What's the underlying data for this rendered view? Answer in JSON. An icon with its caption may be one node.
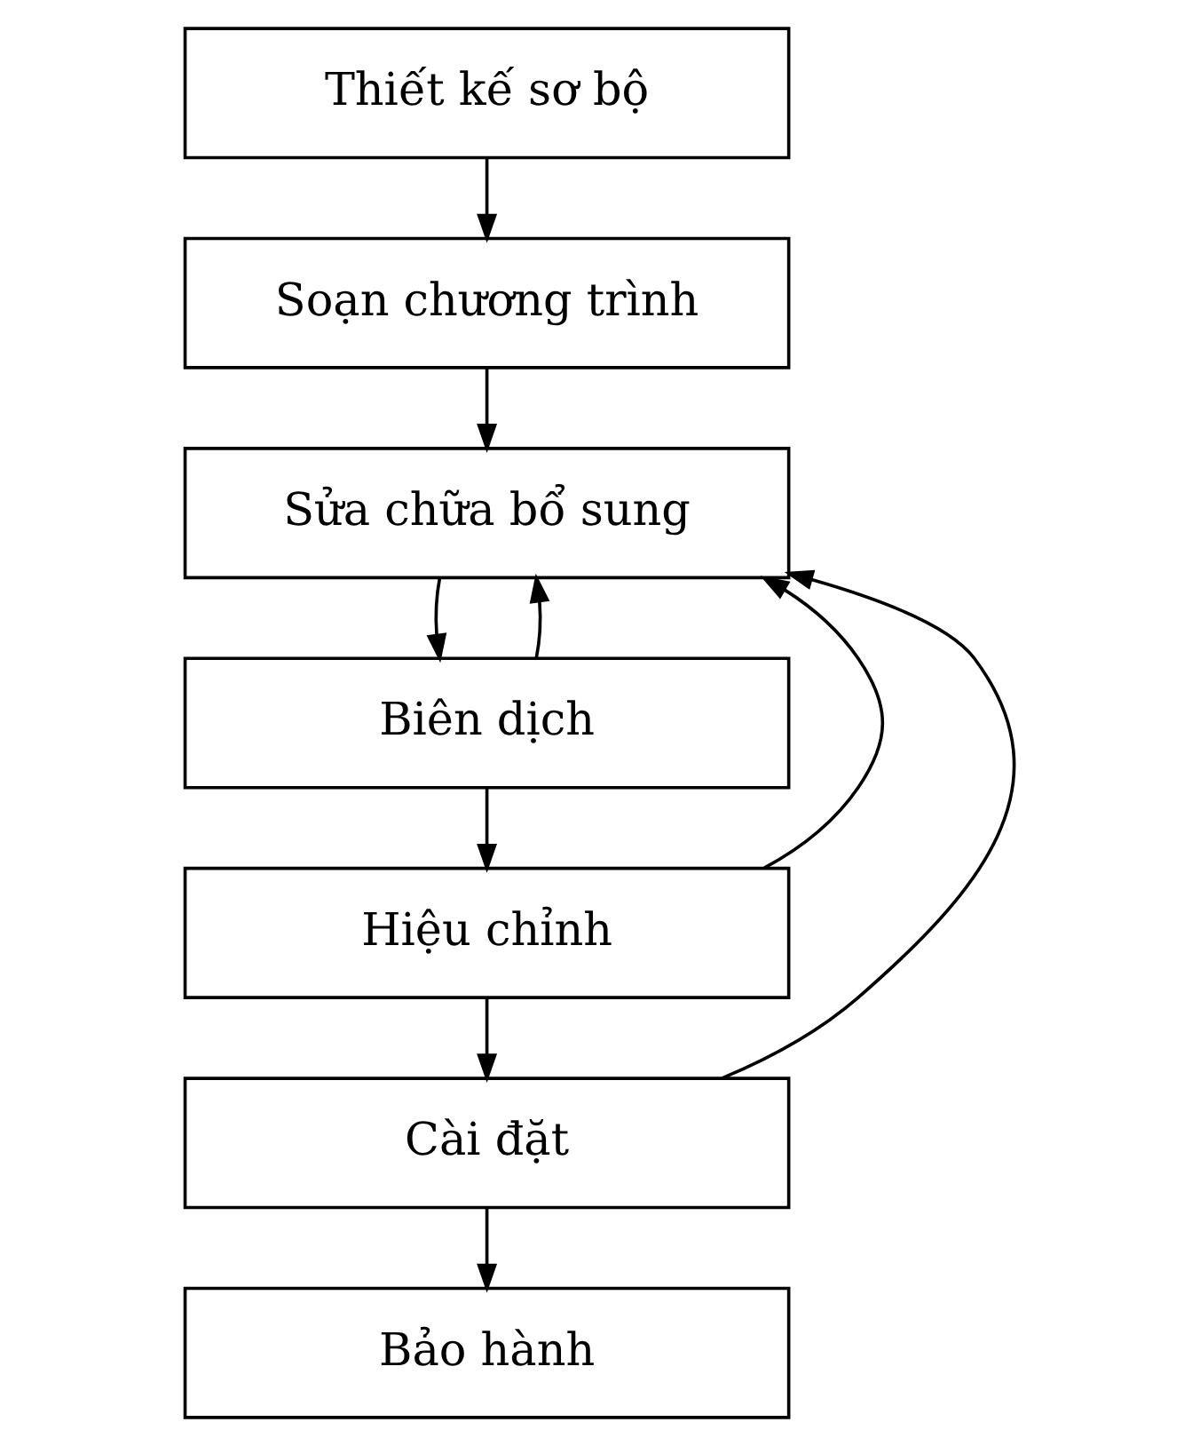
{
  "diagram": {
    "nodes": [
      {
        "text": [
          "Thiết kế sơ bộ"
        ]
      },
      {
        "text": [
          "Soạn chương trình"
        ]
      },
      {
        "text": [
          "Sửa chữa bổ sung"
        ]
      },
      {
        "text": [
          "Biên dịch"
        ]
      },
      {
        "text": [
          "Hiệu chỉnh"
        ]
      },
      {
        "text": [
          "Cài đặt"
        ]
      },
      {
        "text": [
          "Bảo hành"
        ]
      }
    ],
    "edges": [
      {
        "from": 0,
        "to": 1,
        "arrow": "to"
      },
      {
        "from": 1,
        "to": 2,
        "arrow": "to"
      },
      {
        "from": 2,
        "to": 3,
        "arrow": "to"
      },
      {
        "from": 3,
        "to": 4,
        "arrow": "to"
      },
      {
        "from": 4,
        "to": 5,
        "arrow": "to"
      },
      {
        "from": 5,
        "to": 6,
        "arrow": "to"
      },
      {
        "from": 3,
        "to": 2,
        "arrow": "to"
      },
      {
        "from": 4,
        "to": 2,
        "arrow": "to"
      },
      {
        "from": 5,
        "to": 2,
        "arrow": "to"
      }
    ]
  }
}
